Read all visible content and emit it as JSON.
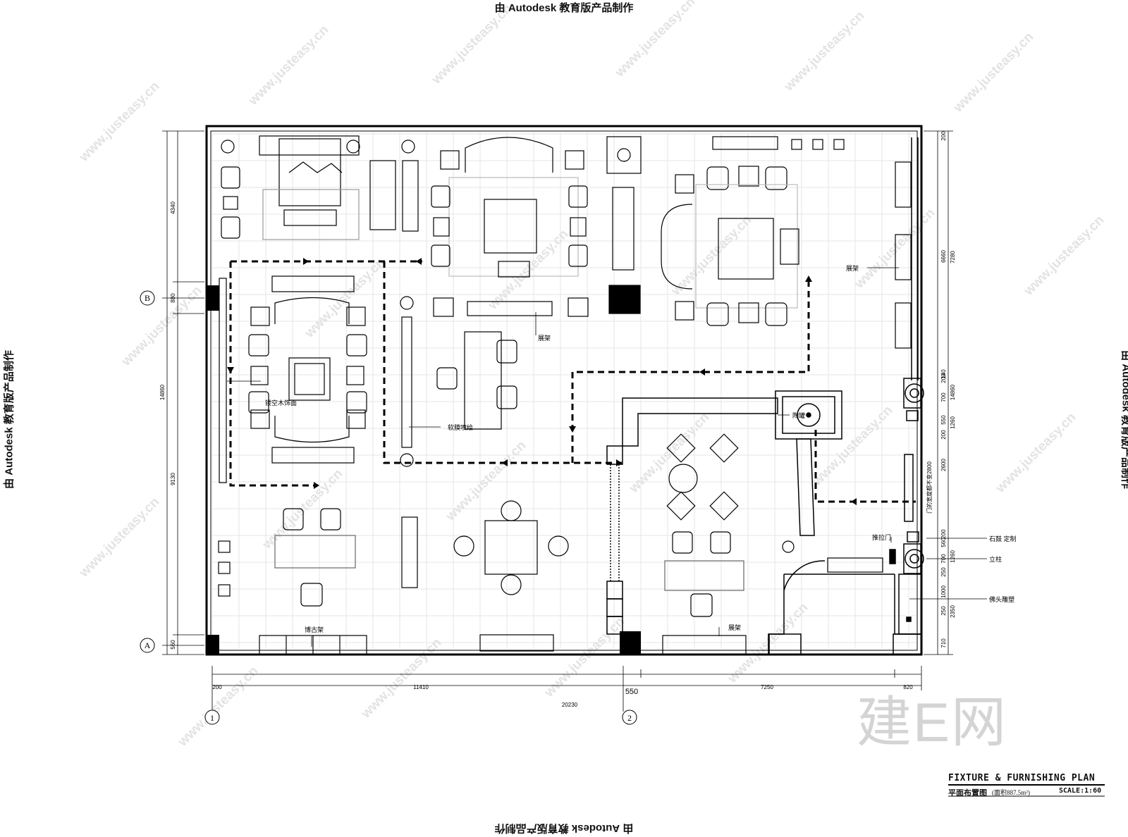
{
  "stamp": "由 Autodesk 教育版产品制作",
  "watermark": {
    "text": "www.justeasy.cn",
    "logo": "建E网"
  },
  "title_block": {
    "title": "FIXTURE & FURNISHING PLAN",
    "name": "平面布置图",
    "area": "(面积887.5m²)",
    "scale": "SCALE:1:60"
  },
  "grid_axes": {
    "rows": [
      "B",
      "A"
    ],
    "cols": [
      "1",
      "2"
    ]
  },
  "dimensions": {
    "left": [
      "4340",
      "880",
      "9130",
      "560",
      "14860"
    ],
    "bottom": [
      "200",
      "11410",
      "550",
      "7250",
      "820",
      "20230"
    ],
    "right_a": [
      "200",
      "6660",
      "140",
      "200",
      "700",
      "550",
      "200",
      "2600",
      "200",
      "560",
      "700",
      "250",
      "1000",
      "250",
      "710"
    ],
    "right_b": [
      "7280",
      "1260",
      "1260",
      "2350",
      "14860"
    ],
    "door_note": "门的宽度都不变2800"
  },
  "labels": {
    "zhanjia": "展架",
    "louKong": "镂空木饰面",
    "ruanmo": "软膜喷绘",
    "taoguan": "陶罐",
    "tuilamen": "推拉门",
    "shigu": "石鼓 定制",
    "lizhu": "立柱",
    "fotou": "佛头雕塑",
    "bogujia": "博古架"
  }
}
